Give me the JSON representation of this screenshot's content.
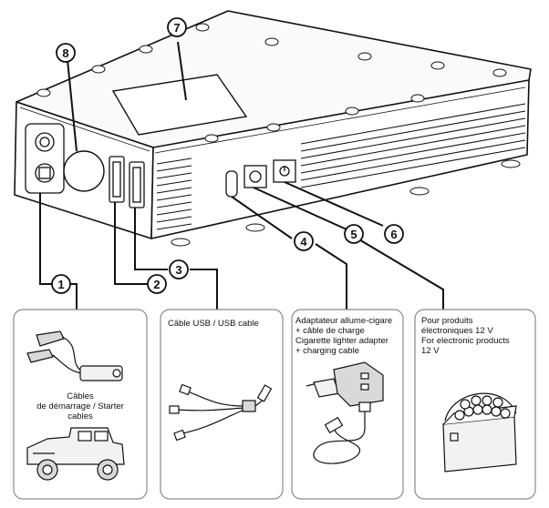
{
  "callouts": [
    "1",
    "2",
    "3",
    "4",
    "5",
    "6",
    "7",
    "8"
  ],
  "panels": {
    "starter": {
      "lines": [
        "Câbles",
        "de démarrage / Starter",
        "cables"
      ]
    },
    "usb": {
      "lines": [
        "Câble USB / USB cable"
      ]
    },
    "adapter": {
      "lines": [
        "Adaptateur allume-cigare",
        "+ câble de charge",
        "Cigarette lighter adapter",
        "+ charging cable"
      ]
    },
    "electronic": {
      "lines": [
        "Pour produits",
        "électroniques 12 V",
        "For electronic products",
        "12 V"
      ]
    }
  },
  "colors": {
    "line": "#111111",
    "panel_border": "#8a8a8a",
    "fill_light": "#f2f2f2",
    "fill_mid": "#d9d9d9"
  }
}
